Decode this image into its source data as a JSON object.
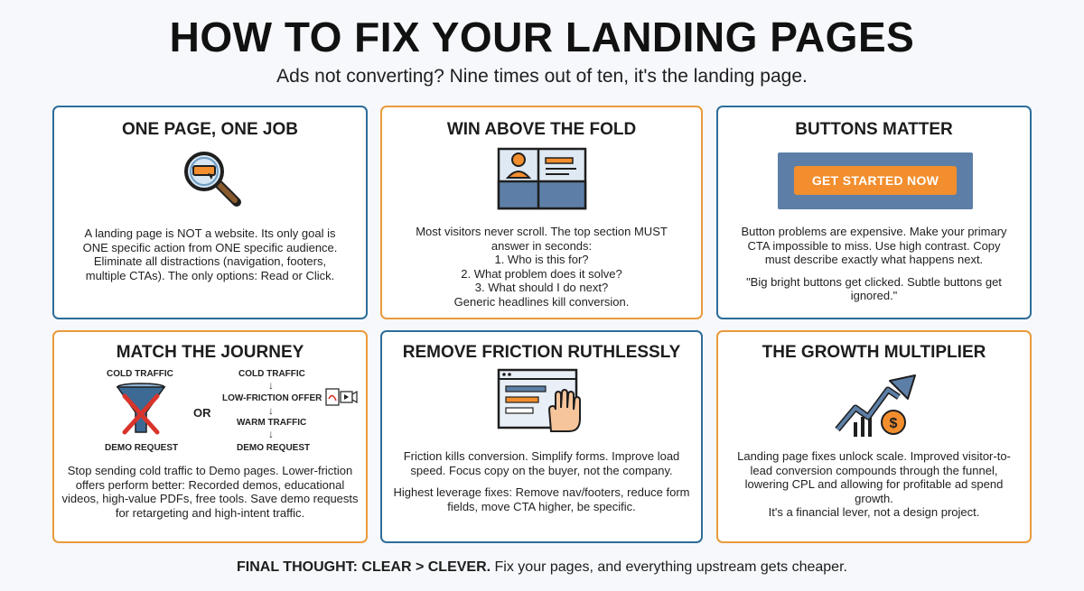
{
  "header": {
    "title": "HOW TO FIX YOUR LANDING PAGES",
    "subtitle": "Ads not converting? Nine times out of ten, it's the landing page."
  },
  "cards": {
    "one_page": {
      "title": "ONE PAGE, ONE JOB",
      "icon": "magnifier-icon",
      "body": "A landing page is NOT a website. Its only goal is ONE specific action from ONE specific audience. Eliminate all distractions (navigation, footers, multiple CTAs). The only options: Read or Click."
    },
    "above_fold": {
      "title": "WIN ABOVE THE FOLD",
      "icon": "wireframe-icon",
      "intro": "Most visitors never scroll. The top section MUST answer in seconds:",
      "q1": "1. Who is this for?",
      "q2": "2. What problem does it solve?",
      "q3": "3. What should I do next?",
      "outro": "Generic headlines kill conversion."
    },
    "buttons": {
      "title": "BUTTONS MATTER",
      "cta_label": "GET STARTED NOW",
      "body": "Button problems are expensive. Make your primary CTA impossible to miss. Use high contrast. Copy must describe exactly what happens next.",
      "quote": "\"Big bright buttons get clicked. Subtle buttons get ignored.\""
    },
    "journey": {
      "title": "MATCH THE JOURNEY",
      "left_top": "COLD TRAFFIC",
      "left_bottom": "DEMO REQUEST",
      "or": "OR",
      "step1": "COLD TRAFFIC",
      "step2": "LOW-FRICTION OFFER",
      "step3": "WARM TRAFFIC",
      "step4": "DEMO REQUEST",
      "arrow": "↓",
      "body": "Stop sending cold traffic to Demo pages. Lower-friction offers perform better: Recorded demos, educational videos, high-value PDFs, free tools. Save demo requests for retargeting and high-intent traffic."
    },
    "friction": {
      "title": "REMOVE FRICTION RUTHLESSLY",
      "icon": "form-hand-icon",
      "body1": "Friction kills conversion. Simplify forms. Improve load speed. Focus copy on the buyer, not the company.",
      "body2": "Highest leverage fixes: Remove nav/footers, reduce form fields, move CTA higher, be specific."
    },
    "growth": {
      "title": "THE GROWTH MULTIPLIER",
      "icon": "growth-chart-icon",
      "currency": "$",
      "body1": "Landing page fixes unlock scale. Improved visitor-to-lead conversion compounds through the funnel, lowering CPL and allowing for profitable ad spend growth.",
      "body2": "It's a financial lever, not a design project."
    }
  },
  "footer": {
    "bold": "FINAL THOUGHT: CLEAR > CLEVER.",
    "rest": " Fix your pages, and everything upstream gets cheaper."
  },
  "colors": {
    "blue_border": "#2d6d99",
    "orange_border": "#ea9a3c",
    "cta": "#f28e2e",
    "cta_frame": "#5d7fa7"
  }
}
